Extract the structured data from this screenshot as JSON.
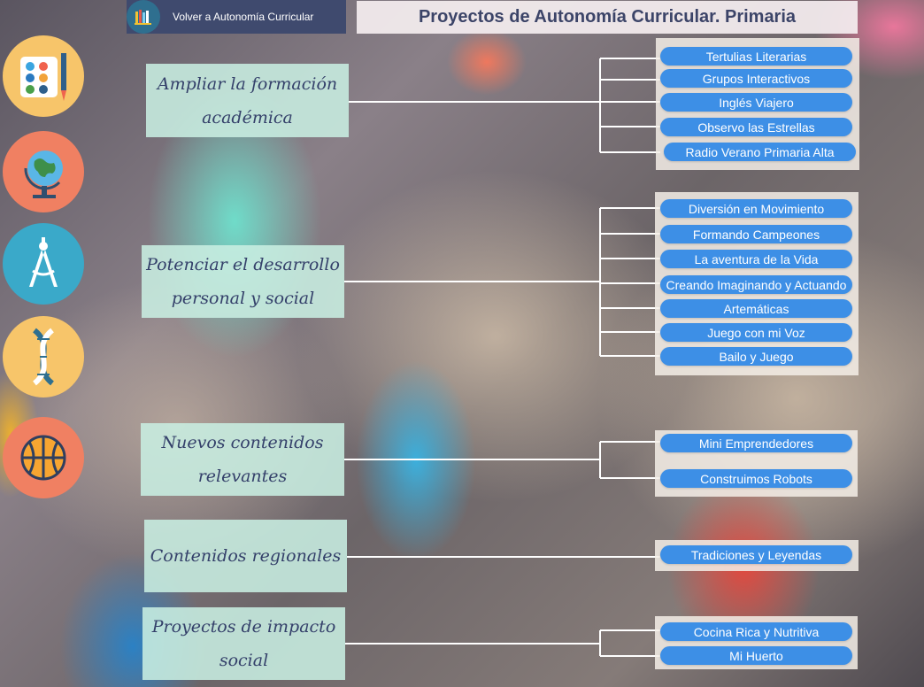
{
  "header": {
    "back_label": "Volver a Autonomía Curricular",
    "title": "Proyectos de Autonomía Curricular. Primaria"
  },
  "sidebar_icons": [
    "palette-icon",
    "globe-icon",
    "compass-icon",
    "dna-icon",
    "basketball-icon"
  ],
  "categories": [
    {
      "label": "Ampliar la formación académica",
      "projects": [
        "Tertulias Literarias",
        "Grupos Interactivos",
        "Inglés Viajero",
        "Observo las Estrellas",
        "Radio Verano Primaria Alta"
      ]
    },
    {
      "label": "Potenciar el desarrollo personal y social",
      "projects": [
        "Diversión en Movimiento",
        "Formando Campeones",
        "La aventura de la Vida",
        "Creando Imaginando y Actuando",
        "Artemáticas",
        "Juego con mi Voz",
        "Bailo y Juego"
      ]
    },
    {
      "label": "Nuevos contenidos relevantes",
      "projects": [
        "Mini Emprendedores",
        "Construimos Robots"
      ]
    },
    {
      "label": "Contenidos regionales",
      "projects": [
        "Tradiciones y Leyendas"
      ]
    },
    {
      "label": "Proyectos de impacto social",
      "projects": [
        "Cocina Rica y Nutritiva",
        "Mi Huerto"
      ]
    }
  ],
  "colors": {
    "pill": "#3d8fe6",
    "category_text": "#34406a",
    "header_bg": "#3f4a6e"
  }
}
